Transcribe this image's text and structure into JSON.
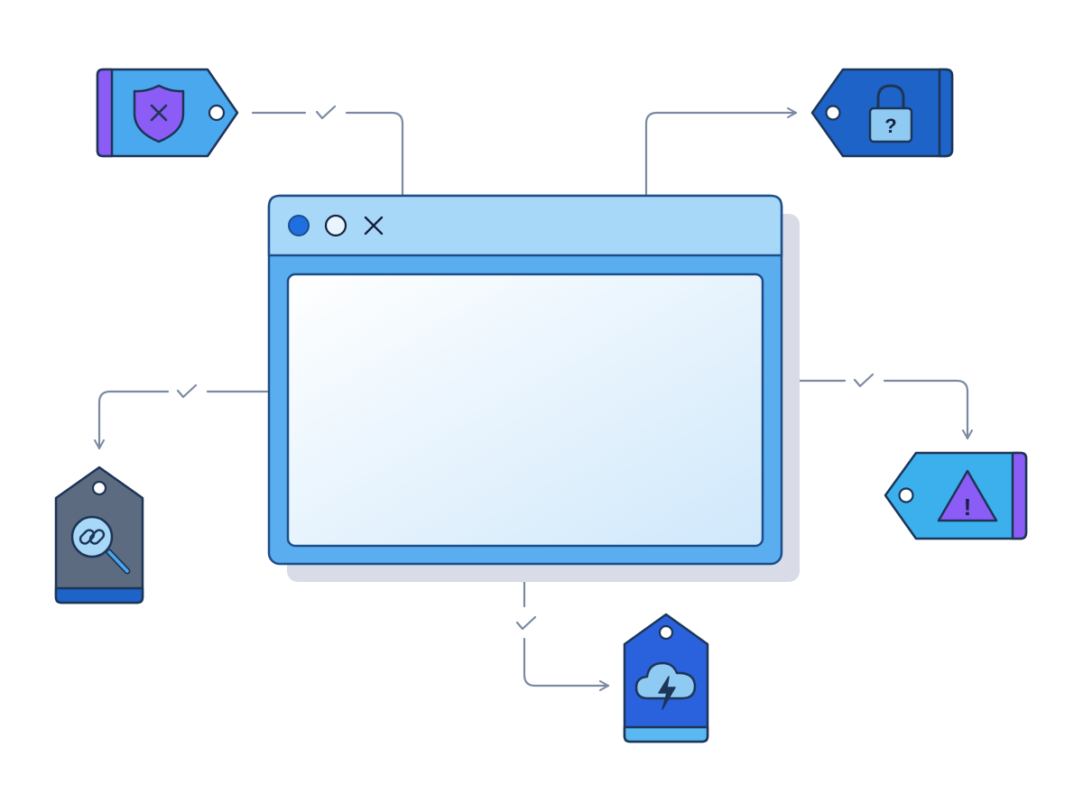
{
  "window": {
    "controls": [
      "close-dot",
      "minimize-circle",
      "close-x"
    ],
    "colors": {
      "frame": "#5aaef0",
      "titlebar": "#a8d8f8",
      "outline": "#1d4e89",
      "pane_top": "#ffffff",
      "pane_bottom": "#cfe8fb",
      "shadow": "#d9dce6",
      "dot": "#1f6fe0"
    }
  },
  "connector_color": "#7b8aa3",
  "tags": [
    {
      "id": "shield",
      "icon": "shield-x-icon",
      "color": "#4aa8ee",
      "accent": "#8b5cf6"
    },
    {
      "id": "lock",
      "icon": "padlock-question-icon",
      "glyph": "?",
      "color": "#1e63c8",
      "accent": "#1e63c8"
    },
    {
      "id": "link",
      "icon": "link-search-icon",
      "color": "#5d6b80",
      "accent": "#1e63c8"
    },
    {
      "id": "alert",
      "icon": "warning-triangle-icon",
      "glyph": "!",
      "color": "#3bb0ec",
      "accent": "#8b5cf6"
    },
    {
      "id": "cloud",
      "icon": "cloud-lightning-icon",
      "color": "#2a62dd",
      "accent": "#5ab8f2"
    }
  ]
}
